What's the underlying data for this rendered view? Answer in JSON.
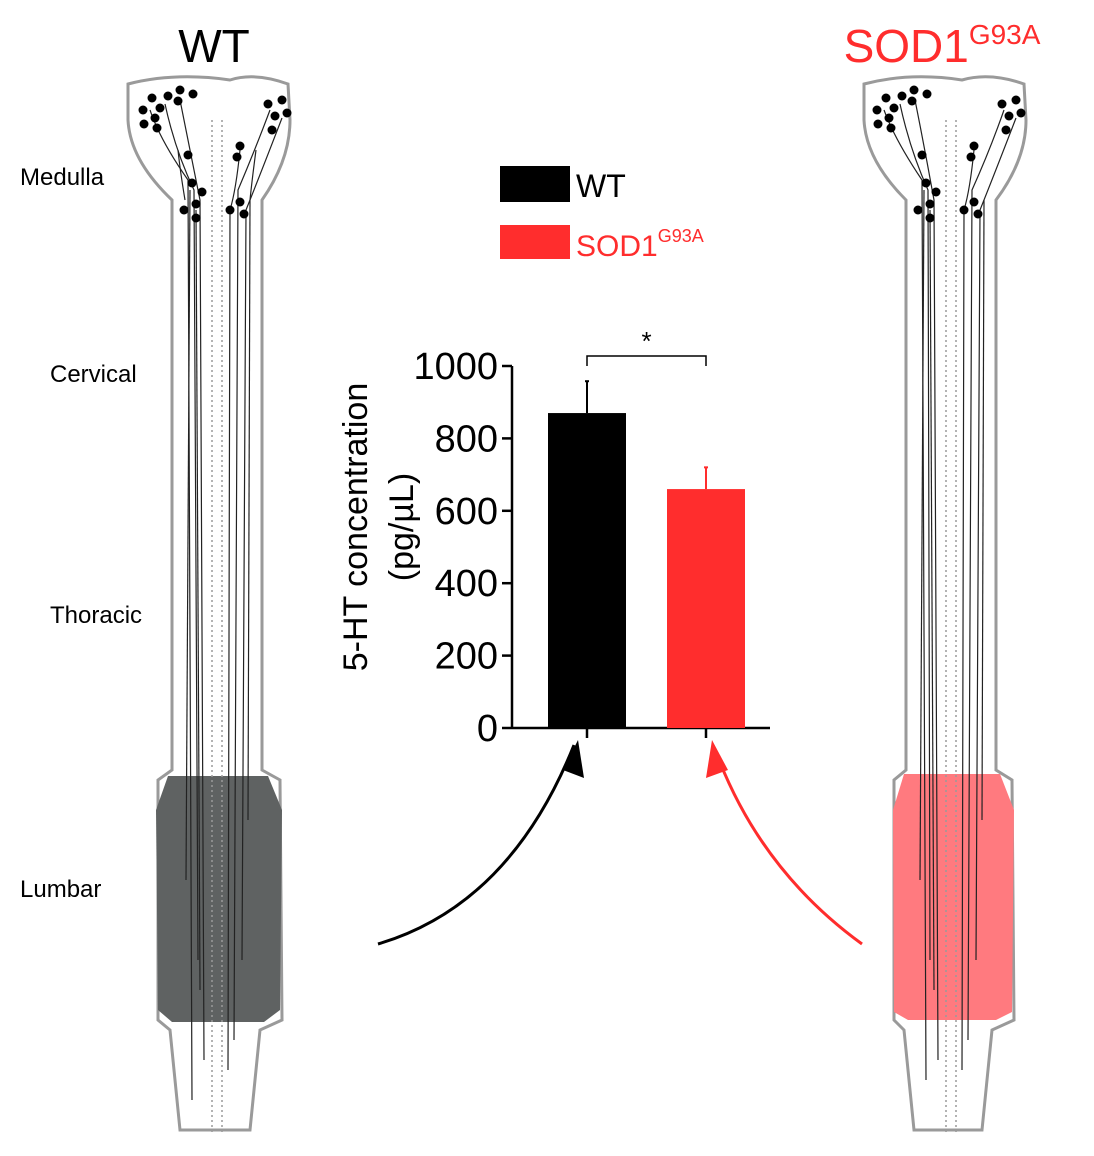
{
  "panels": {
    "left": {
      "title": "WT",
      "regions": [
        "Medulla",
        "Cervical",
        "Thoracic",
        "Lumbar"
      ]
    },
    "right": {
      "title_main": "SOD1",
      "title_sup": "G93A"
    }
  },
  "colors": {
    "wt": "#000000",
    "sod1": "#ff2d2d",
    "wt_lumbar": "#5f6262",
    "sod1_lumbar": "#ff7a7f",
    "outline": "#999999"
  },
  "legend": [
    {
      "label": "WT",
      "sup": "",
      "color": "#000000",
      "label_color": "#000000"
    },
    {
      "label": "SOD1",
      "sup": "G93A",
      "color": "#ff2d2d",
      "label_color": "#ff2d2d"
    }
  ],
  "chart_data": {
    "type": "bar",
    "categories": [
      "WT",
      "SOD1G93A"
    ],
    "values": [
      870,
      660
    ],
    "errors": [
      88,
      60
    ],
    "colors": [
      "#000000",
      "#ff2d2d"
    ],
    "ylabel_line1": "5-HT concentration",
    "ylabel_line2": "(pg/µL)",
    "ylim": [
      0,
      1000
    ],
    "yticks": [
      "0",
      "200",
      "400",
      "600",
      "800",
      "1000"
    ],
    "significance": "*"
  }
}
